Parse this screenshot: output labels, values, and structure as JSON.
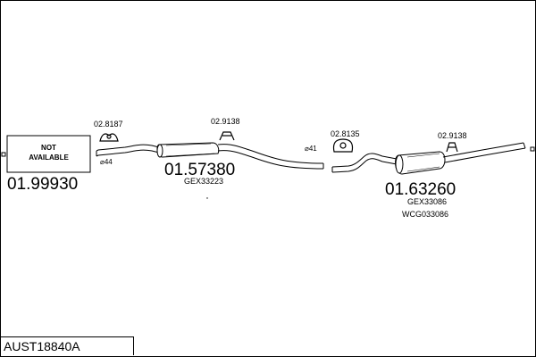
{
  "not_available": {
    "line1": "NOT",
    "line2": "AVAILABLE"
  },
  "parts": [
    {
      "id": "p1",
      "number": "01.99930",
      "sub1": "",
      "sub2": ""
    },
    {
      "id": "p2",
      "number": "01.57380",
      "sub1": "GEX33223",
      "sub2": ""
    },
    {
      "id": "p3",
      "number": "01.63260",
      "sub1": "GEX33086",
      "sub2": "WCG033086"
    }
  ],
  "fittings": [
    {
      "id": "h1",
      "number": "02.8187"
    },
    {
      "id": "h2",
      "number": "02.9138"
    },
    {
      "id": "h3",
      "number": "02.8135"
    },
    {
      "id": "h4",
      "number": "02.9138"
    }
  ],
  "diameters": {
    "d44": "⌀44",
    "d41": "⌀41"
  },
  "kit_code": "AUST18840A"
}
